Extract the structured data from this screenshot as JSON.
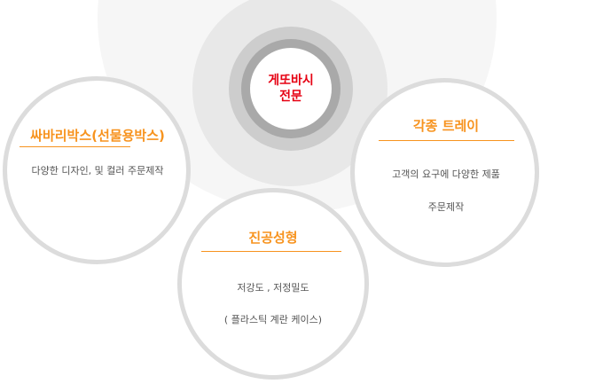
{
  "center": {
    "line1": "게또바시",
    "line2": "전문"
  },
  "left": {
    "title": "싸바리박스(선물용박스)",
    "desc": [
      "다양한 디자인, 및 컬러 주문제작"
    ]
  },
  "right": {
    "title": "각종 트레이",
    "desc": [
      "고객의 요구에 다양한 제품",
      "주문제작"
    ]
  },
  "bottom": {
    "title": "진공성형",
    "desc": [
      "저강도 , 저정밀도",
      "( 플라스틱 계란 케이스)"
    ]
  },
  "colors": {
    "accent": "#f7931e",
    "center_text": "#e60012"
  }
}
